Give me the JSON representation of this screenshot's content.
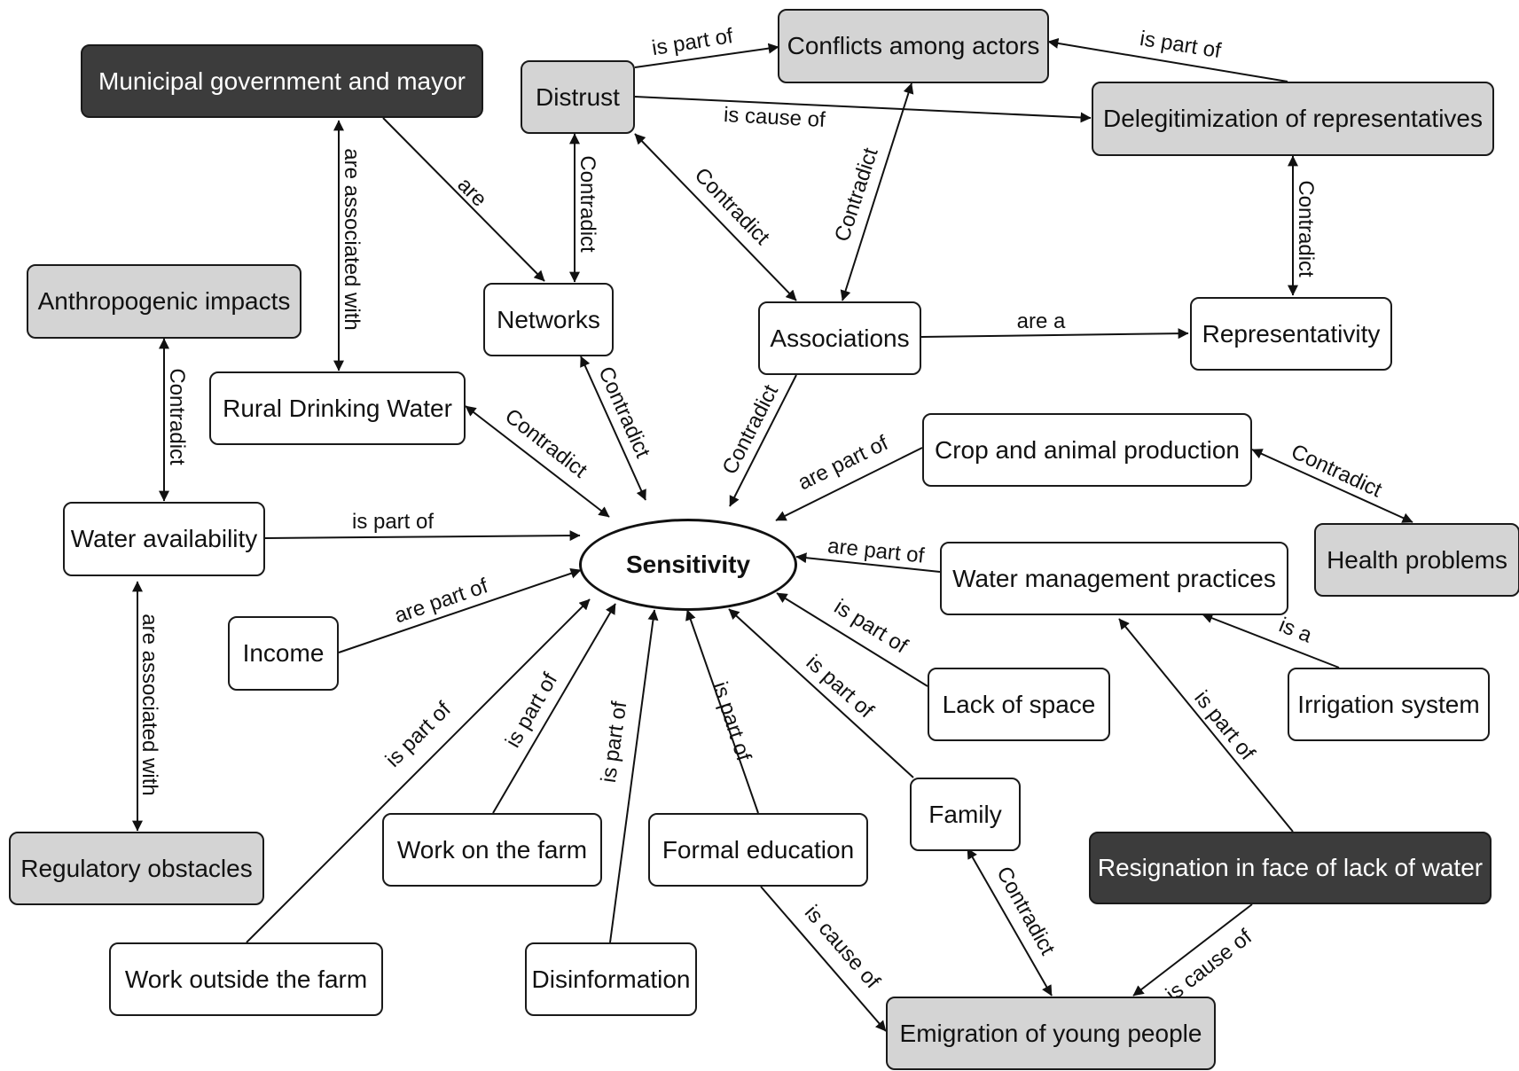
{
  "nodes": {
    "sensitivity": "Sensitivity",
    "municipal": "Municipal government and mayor",
    "distrust": "Distrust",
    "conflicts": "Conflicts among actors",
    "delegitimization": "Delegitimization of representatives",
    "anthropogenic": "Anthropogenic impacts",
    "networks": "Networks",
    "associations": "Associations",
    "representativity": "Representativity",
    "rural_water": "Rural Drinking Water",
    "crop": "Crop and animal production",
    "water_availability": "Water availability",
    "health": "Health problems",
    "water_mgmt": "Water management practices",
    "income": "Income",
    "lack_space": "Lack of space",
    "irrigation": "Irrigation system",
    "family": "Family",
    "work_farm": "Work on the farm",
    "formal_edu": "Formal education",
    "regulatory": "Regulatory obstacles",
    "resignation": "Resignation in face of lack of water",
    "work_outside": "Work outside the farm",
    "disinformation": "Disinformation",
    "emigration": "Emigration of young people"
  },
  "edges": [
    {
      "id": "e1",
      "from": "distrust",
      "to": "conflicts",
      "label": "is part of"
    },
    {
      "id": "e2",
      "from": "delegitimization",
      "to": "conflicts",
      "label": "is part of"
    },
    {
      "id": "e3",
      "from": "distrust",
      "to": "delegitimization",
      "label": "is  cause of"
    },
    {
      "id": "e4",
      "from": "municipal",
      "to": "networks",
      "label": "are"
    },
    {
      "id": "e5",
      "from": "municipal",
      "to": "rural_water",
      "label": "are associated with"
    },
    {
      "id": "e6",
      "from": "distrust",
      "to": "networks",
      "label": "Contradict"
    },
    {
      "id": "e7",
      "from": "distrust",
      "to": "associations",
      "label": "Contradict"
    },
    {
      "id": "e8",
      "from": "conflicts",
      "to": "associations",
      "label": "Contradict"
    },
    {
      "id": "e9",
      "from": "delegitimization",
      "to": "representativity",
      "label": "Contradict"
    },
    {
      "id": "e10",
      "from": "associations",
      "to": "representativity",
      "label": "are a"
    },
    {
      "id": "e11",
      "from": "anthropogenic",
      "to": "water_availability",
      "label": "Contradict"
    },
    {
      "id": "e12",
      "from": "networks",
      "to": "sensitivity",
      "label": "Contradict"
    },
    {
      "id": "e13",
      "from": "rural_water",
      "to": "sensitivity",
      "label": "Contradict"
    },
    {
      "id": "e14",
      "from": "associations",
      "to": "sensitivity",
      "label": "Contradict"
    },
    {
      "id": "e15",
      "from": "crop",
      "to": "sensitivity",
      "label": "are part of"
    },
    {
      "id": "e16",
      "from": "crop",
      "to": "health",
      "label": "Contradict"
    },
    {
      "id": "e17",
      "from": "water_availability",
      "to": "sensitivity",
      "label": "is part of"
    },
    {
      "id": "e18",
      "from": "water_mgmt",
      "to": "sensitivity",
      "label": "are part of"
    },
    {
      "id": "e19",
      "from": "income",
      "to": "sensitivity",
      "label": "are part of"
    },
    {
      "id": "e20",
      "from": "lack_space",
      "to": "sensitivity",
      "label": "is part of"
    },
    {
      "id": "e21",
      "from": "irrigation",
      "to": "water_mgmt",
      "label": "is a"
    },
    {
      "id": "e22",
      "from": "water_availability",
      "to": "regulatory",
      "label": "are associated with"
    },
    {
      "id": "e23",
      "from": "family",
      "to": "sensitivity",
      "label": "is part of"
    },
    {
      "id": "e24",
      "from": "work_farm",
      "to": "sensitivity",
      "label": "is part of"
    },
    {
      "id": "e25",
      "from": "work_outside",
      "to": "sensitivity",
      "label": "is part of"
    },
    {
      "id": "e26",
      "from": "disinformation",
      "to": "sensitivity",
      "label": "is part of"
    },
    {
      "id": "e27",
      "from": "formal_edu",
      "to": "sensitivity",
      "label": "is part of"
    },
    {
      "id": "e28",
      "from": "resignation",
      "to": "water_mgmt",
      "label": "is part of"
    },
    {
      "id": "e29",
      "from": "formal_edu",
      "to": "emigration",
      "label": "is  cause of"
    },
    {
      "id": "e30",
      "from": "family",
      "to": "emigration",
      "label": "Contradict"
    },
    {
      "id": "e31",
      "from": "resignation",
      "to": "emigration",
      "label": "is  cause of"
    }
  ]
}
